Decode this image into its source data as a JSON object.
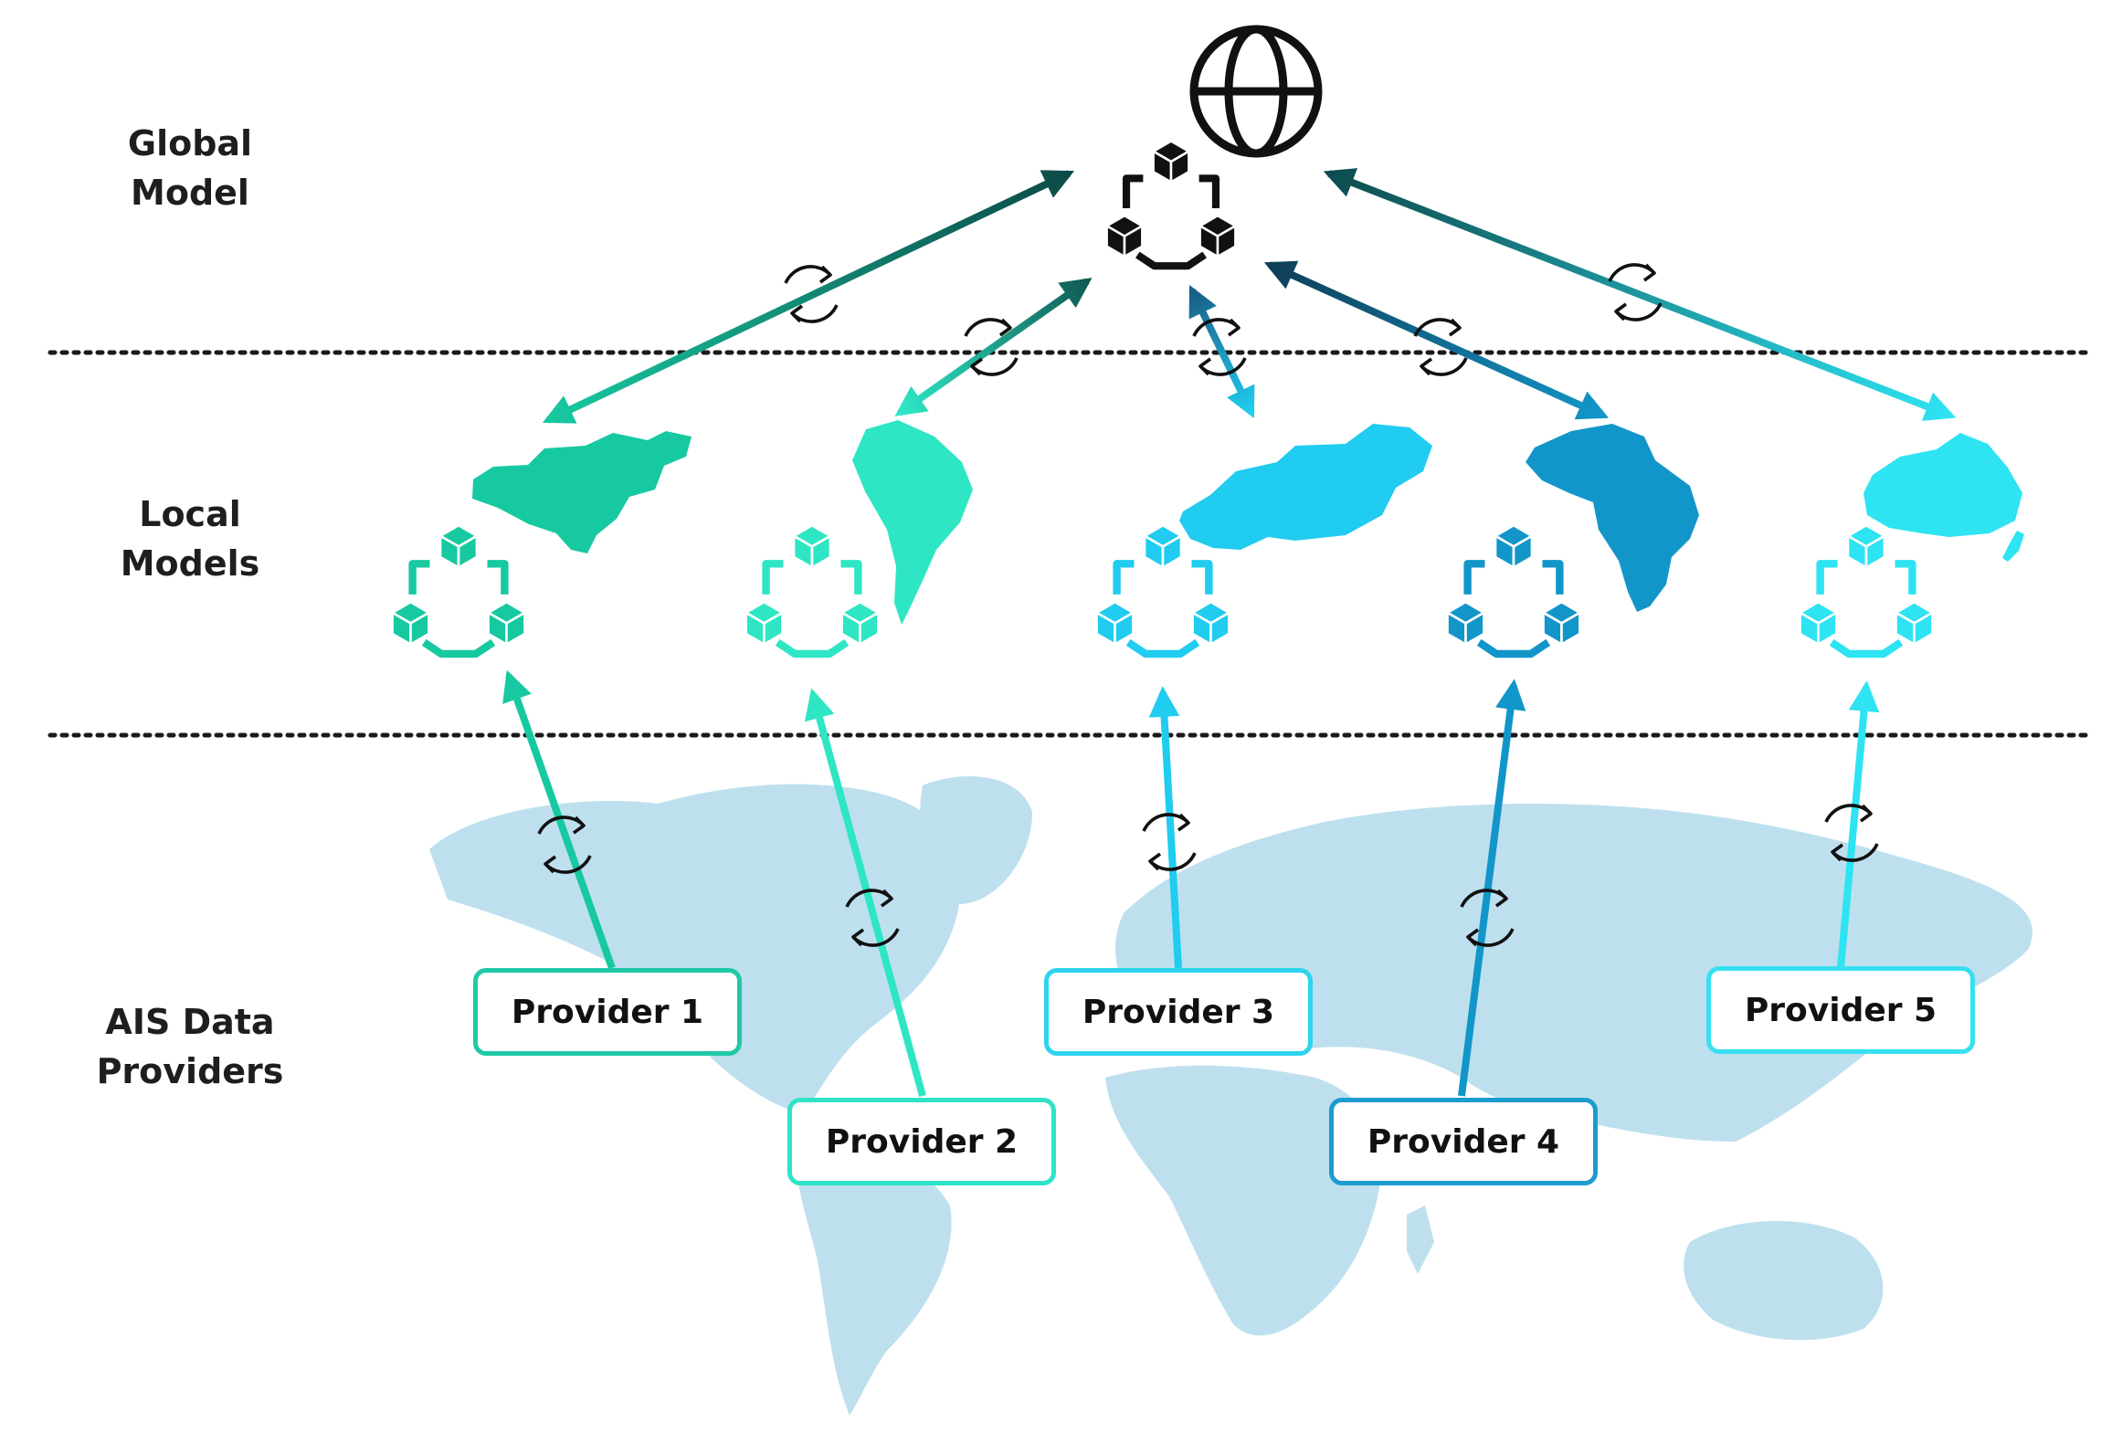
{
  "tiers": {
    "global": "Global\nModel",
    "local": "Local\nModels",
    "providers": "AIS Data\nProviders"
  },
  "colors": {
    "global_model": "#111111",
    "na": "#17c9a0",
    "sa": "#2ee6c4",
    "eu": "#20ccef",
    "af": "#1296c9",
    "au": "#2ee3f2",
    "world_map": "#a9d6ea",
    "divider": "#1a1a1a"
  },
  "icons": {
    "global": "globe-icon",
    "model": "blockchain-network-icon",
    "sync": "sync-icon"
  },
  "nodes": [
    {
      "id": "na",
      "region": "north-america-icon",
      "provider": "Provider 1",
      "color": "#17c9a0",
      "border": "#1fc9a6"
    },
    {
      "id": "sa",
      "region": "south-america-icon",
      "provider": "Provider 2",
      "color": "#2ee6c4",
      "border": "#2fe3c7"
    },
    {
      "id": "eu",
      "region": "europe-asia-icon",
      "provider": "Provider 3",
      "color": "#20ccef",
      "border": "#2dd3ef"
    },
    {
      "id": "af",
      "region": "africa-icon",
      "provider": "Provider 4",
      "color": "#1296c9",
      "border": "#1b9ccd"
    },
    {
      "id": "au",
      "region": "australia-icon",
      "provider": "Provider 5",
      "color": "#2ee3f2",
      "border": "#37e0f0"
    }
  ]
}
